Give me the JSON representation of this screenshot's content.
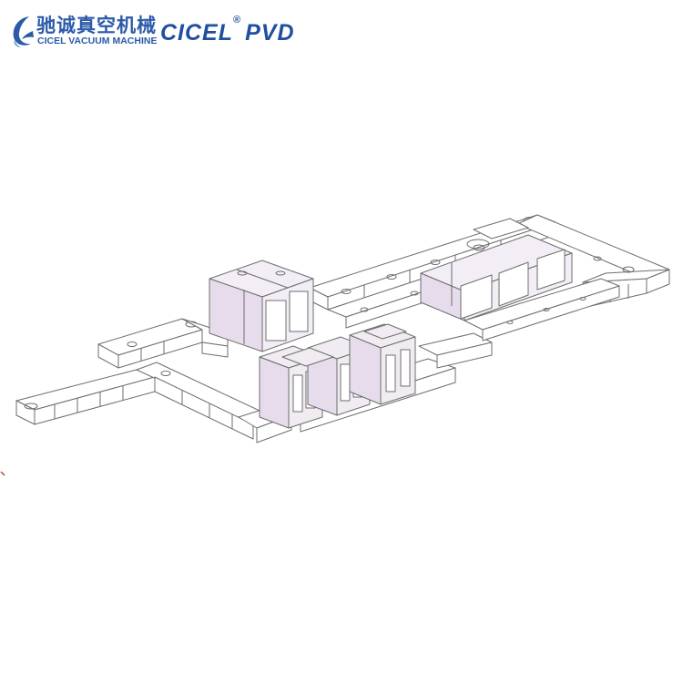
{
  "brand": {
    "cn_name": "驰诚真空机械",
    "en_name": "CICEL VACUUM MACHINE",
    "title_main": "CICEL",
    "title_reg": "®",
    "title_suffix": "PVD"
  },
  "colors": {
    "brand_blue": "#2a5aa8",
    "line": "#6e6e6e",
    "chamber_fill": "#f3eef6",
    "chamber_shade": "#e6dcec",
    "cabinet_fill": "#f0ecf2"
  },
  "icons": {
    "logo": "cicel-swirl-logo"
  }
}
